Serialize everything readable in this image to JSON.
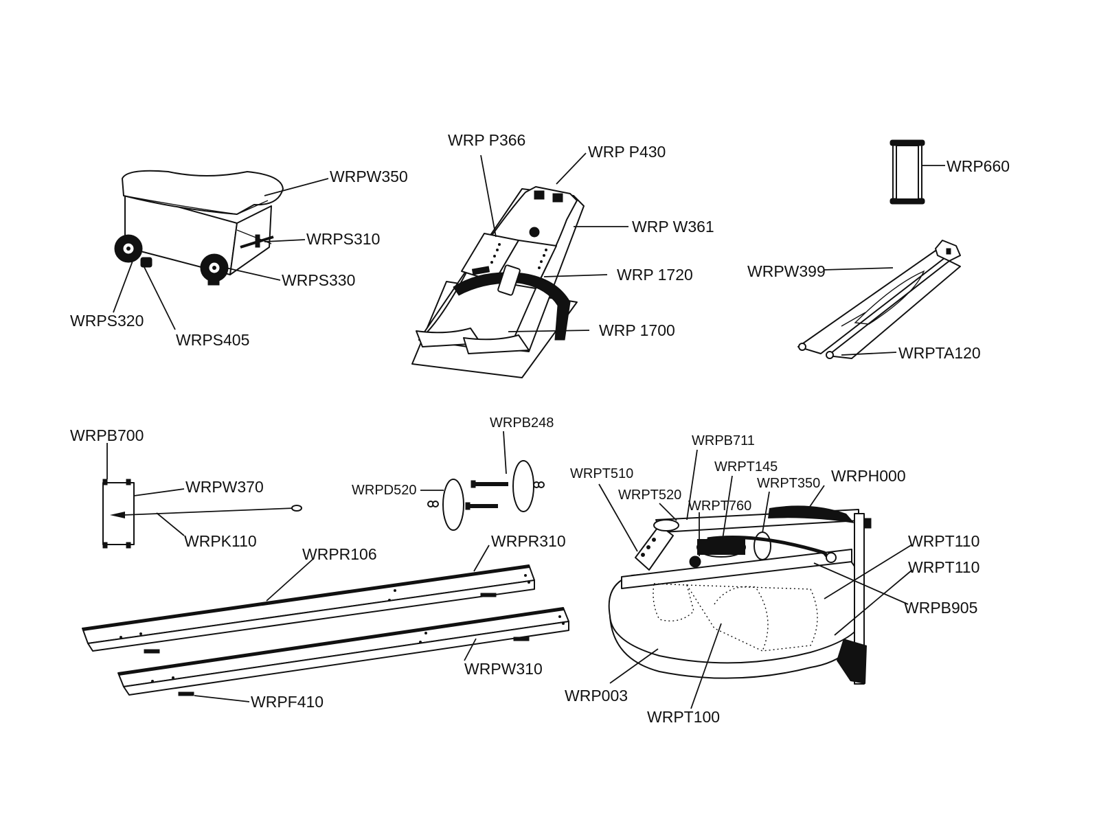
{
  "colors": {
    "ink": "#111111",
    "paper": "#ffffff"
  },
  "labels": {
    "wrpw350": "WRPW350",
    "wrps310": "WRPS310",
    "wrps330": "WRPS330",
    "wrps320": "WRPS320",
    "wrps405": "WRPS405",
    "wrp_p366": "WRP P366",
    "wrp_p430": "WRP P430",
    "wrp_w361": "WRP W361",
    "wrp_1720": "WRP 1720",
    "wrp_1700": "WRP 1700",
    "wrp660": "WRP660",
    "wrpw399": "WRPW399",
    "wrpta120": "WRPTA120",
    "wrpb700": "WRPB700",
    "wrpw370": "WRPW370",
    "wrpk110": "WRPK110",
    "wrpb248": "WRPB248",
    "wrpd520": "WRPD520",
    "wrpr106": "WRPR106",
    "wrpr310": "WRPR310",
    "wrpw310": "WRPW310",
    "wrpf410": "WRPF410",
    "wrpb711": "WRPB711",
    "wrpt510": "WRPT510",
    "wrpt145": "WRPT145",
    "wrpt520": "WRPT520",
    "wrpt350": "WRPT350",
    "wrph000": "WRPH000",
    "wrpt760": "WRPT760",
    "wrpt110_a": "WRPT110",
    "wrpt110_b": "WRPT110",
    "wrpb905": "WRPB905",
    "wrp003": "WRP003",
    "wrpt100": "WRPT100"
  }
}
